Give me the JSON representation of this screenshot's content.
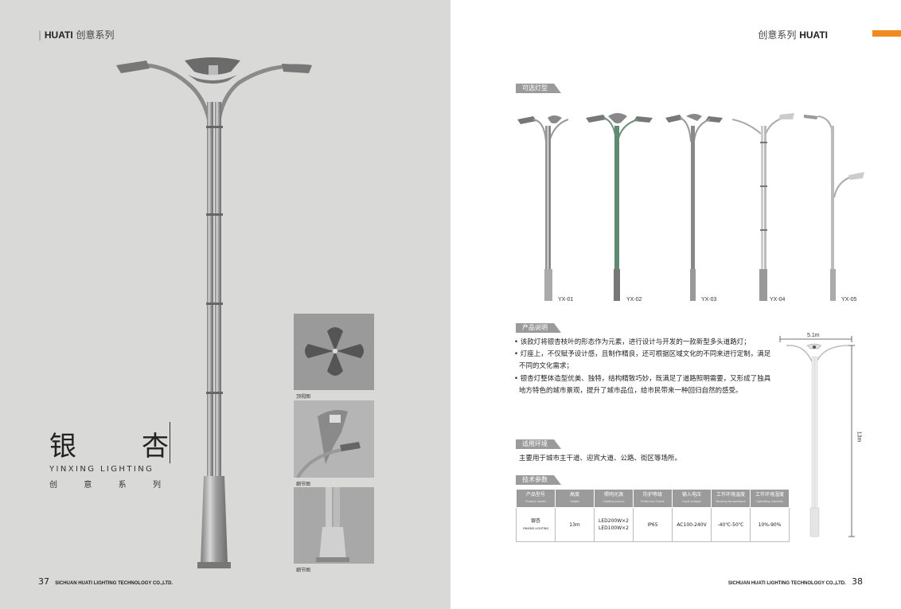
{
  "header": {
    "left_brand": "HUATI",
    "left_series": "创意系列",
    "right_series": "创意系列",
    "right_brand": "HUATI"
  },
  "title": {
    "cn_char1": "银",
    "cn_char2": "杏",
    "en": "YINXING LIGHTING",
    "sub": [
      "创",
      "意",
      "系",
      "列"
    ]
  },
  "thumbnails": [
    {
      "caption": "顶视图"
    },
    {
      "caption": "细节图"
    },
    {
      "caption": "细节图"
    }
  ],
  "optional_lamps": {
    "tag": "可选灯型",
    "models": [
      "YX-01",
      "YX-02",
      "YX-03",
      "YX-04",
      "YX-05"
    ]
  },
  "description": {
    "tag": "产品说明",
    "lines": [
      "• 该款灯将银杏枝叶的形态作为元素，进行设计与开发的一款新型多头道路灯；",
      "• 灯座上，不仅赋予设计感，且制作精良，还可根据区域文化的不同来进行定制，满足",
      "  不同的文化需求；",
      "• 银杏灯整体造型优美、独特，结构精致巧妙，既满足了道路照明需要，又形成了独具",
      "  地方特色的城市景观，提升了城市品位，给市民带来一种回归自然的感受。"
    ]
  },
  "environment": {
    "tag": "适用环境",
    "text": "主要用于城市主干道、迎宾大道、公路、街区等场所。"
  },
  "specs": {
    "tag": "技术参数",
    "headers": [
      {
        "cn": "产品型号",
        "en": "Product model"
      },
      {
        "cn": "高度",
        "en": "Height"
      },
      {
        "cn": "照明光源",
        "en": "Lighting source"
      },
      {
        "cn": "防护等级",
        "en": "Protection Grade"
      },
      {
        "cn": "输入电压",
        "en": "Input voltage"
      },
      {
        "cn": "工作环境温度",
        "en": "Working temperature"
      },
      {
        "cn": "工作环境湿度",
        "en": "Operating humidity"
      }
    ],
    "row": {
      "model_cn": "银杏",
      "model_en": "YINXING LIGHTING",
      "height": "13m",
      "source_1": "LED200W×2",
      "source_2": "LED100W×2",
      "protection": "IP65",
      "voltage": "AC100-240V",
      "temperature": "-40℃-50℃",
      "humidity": "10%-90%"
    }
  },
  "dimensions": {
    "width": "5.1m",
    "height": "13m"
  },
  "footer": {
    "left_page": "37",
    "left_company": "SICHUAN HUATI LIGHTING TECHNOLOGY CO.,LTD.",
    "right_company": "SICHUAN HUATI LIGHTING TECHNOLOGY CO.,LTD.",
    "right_page": "38"
  },
  "colors": {
    "accent": "#f08a1d",
    "tag_gray": "#9b9b9b",
    "left_bg": "#d9d9d8"
  }
}
